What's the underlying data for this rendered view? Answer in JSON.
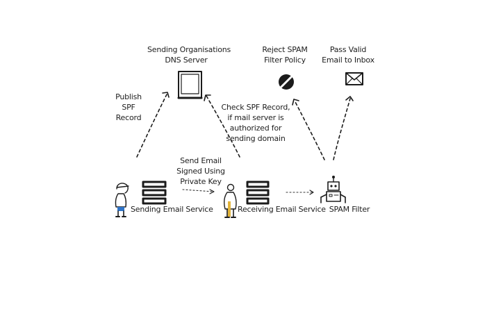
{
  "labels": {
    "dns_server": [
      "Sending Organisations",
      "DNS Server"
    ],
    "reject_spam": [
      "Reject SPAM",
      "Filter Policy"
    ],
    "pass_valid": [
      "Pass Valid",
      "Email to Inbox"
    ],
    "publish_spf": [
      "Publish",
      "SPF",
      "Record"
    ],
    "check_spf": [
      "Check SPF Record,",
      "if mail server is",
      "authorized for",
      "sending domain"
    ],
    "send_email": [
      "Send Email",
      "Signed Using",
      "Private Key"
    ],
    "sending_service": "Sending Email Service",
    "receiving_service": "Receiving Email Service",
    "spam_filter": "SPAM Filter"
  },
  "icons": {
    "dns_server": "monitor-icon",
    "reject": "no-entry-icon",
    "inbox": "envelope-icon",
    "sender_person": "person-icon",
    "receiver_person": "person-icon",
    "sending_server": "server-stack-icon",
    "receiving_server": "server-stack-icon",
    "spam_filter": "robot-icon"
  },
  "colors": {
    "ink": "#1b1b1b",
    "sender_accent": "#2f74c8",
    "receiver_accent": "#e2b43a"
  }
}
